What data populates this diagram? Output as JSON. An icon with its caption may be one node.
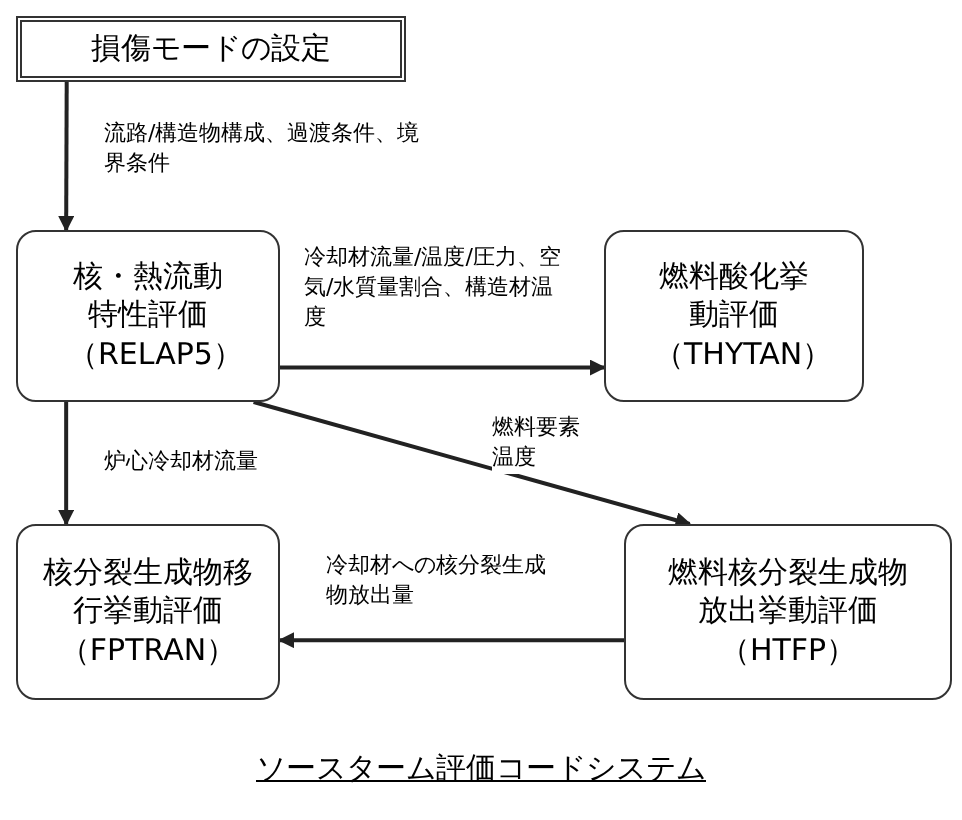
{
  "diagram": {
    "caption": "ソースターム評価コードシステム",
    "nodes": [
      {
        "text": [
          "損傷モードの設定"
        ]
      },
      {
        "text": [
          "核・熱流動特性評価",
          "（RELAP5）"
        ]
      },
      {
        "text": [
          "燃料酸化挙動評価",
          "（THYTAN）"
        ]
      },
      {
        "text": [
          "核分裂生成物移行挙動評価",
          "（FPTRAN）"
        ]
      },
      {
        "text": [
          "燃料核分裂生成物放出挙動評価",
          "（HTFP）"
        ]
      }
    ],
    "edges": [
      {
        "from": 0,
        "to": 1,
        "arrow": "to",
        "label": "流路/構造物構成、過渡条件、境界条件"
      },
      {
        "from": 1,
        "to": 2,
        "arrow": "to",
        "label": "冷却材流量/温度/圧力、空気/水質量割合、構造材温度"
      },
      {
        "from": 1,
        "to": 3,
        "arrow": "to",
        "label": "炉心冷却材流量"
      },
      {
        "from": 1,
        "to": 4,
        "arrow": "to",
        "label": "燃料要素温度"
      },
      {
        "from": 4,
        "to": 3,
        "arrow": "to",
        "label": "冷却材への核分裂生成物放出量"
      }
    ]
  }
}
